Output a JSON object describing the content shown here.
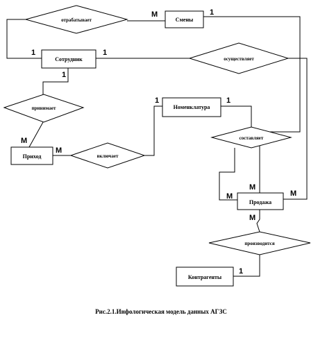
{
  "entities": {
    "smeny": "Смены",
    "sotrudnik": "Сотрудник",
    "nomenklatura": "Номенклатура",
    "prikhod": "Приход",
    "prodazha": "Продажа",
    "kontragenty": "Контрагенты"
  },
  "relationships": {
    "otrabatyvaet": "отрабатывает",
    "osushchestvlyaet": "осуществляет",
    "prinimaet": "принимает",
    "vklyuchaet": "включает",
    "sostavlyaet": "составляет",
    "proizvoditsya": "производится"
  },
  "cardinalities": {
    "smeny_otrab": "М",
    "smeny_osush": "1",
    "sotr_otrab": "1",
    "sotr_osush": "1",
    "sotr_prinim": "1",
    "prikhod_prinim": "М",
    "prikhod_vkl": "М",
    "nomenk_vkl": "1",
    "nomenk_sost": "1",
    "prodazha_sost_top": "М",
    "prodazha_sost_left": "М",
    "prodazha_osush": "М",
    "prodazha_proizv": "М",
    "kontr_proizv": "1"
  },
  "caption": "Рис.2.1.Инфологическая модель данных АГЗС"
}
